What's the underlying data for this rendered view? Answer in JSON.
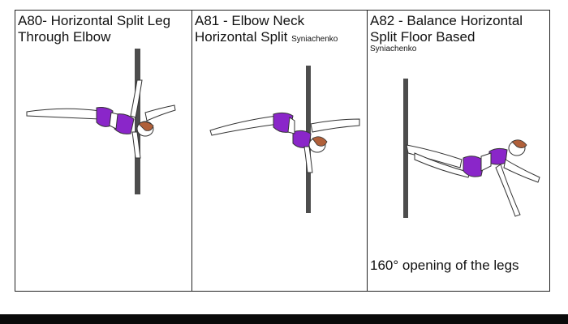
{
  "colors": {
    "pole": "#4d4d4d",
    "costume": "#8a26c9",
    "skin_outline": "#333333",
    "hair": "#b0603a",
    "bottom_bar": "#0a0a0a"
  },
  "moves": [
    {
      "code_title": "A80- Horizontal  Split Leg Through  Elbow",
      "credit": "",
      "caption": ""
    },
    {
      "code_title": "A81 - Elbow Neck Horizontal  Split",
      "credit": "Syniachenko",
      "caption": ""
    },
    {
      "code_title": "A82 - Balance Horizontal Split Floor Based",
      "credit": "Syniachenko",
      "caption": "160° opening of the legs"
    }
  ]
}
